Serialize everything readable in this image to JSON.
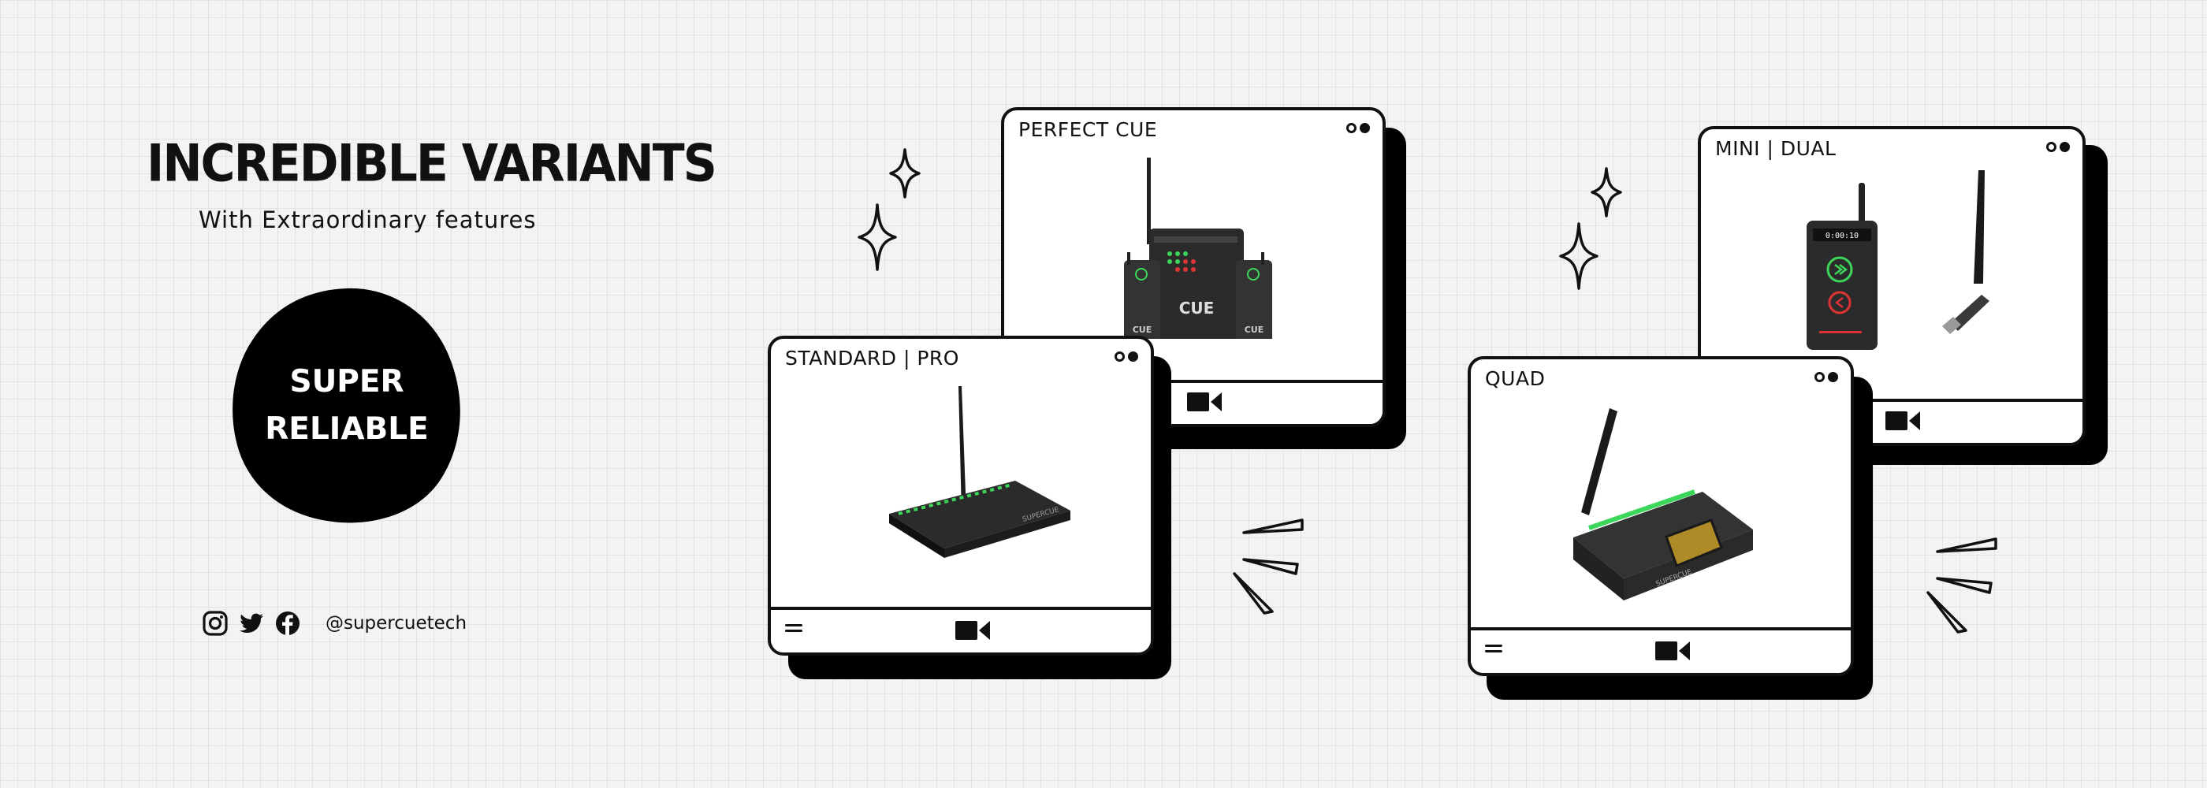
{
  "hero": {
    "title": "INCREDIBLE VARIANTS",
    "subtitle": "With Extraordinary features",
    "badge_line1": "SUPER",
    "badge_line2": "RELIABLE"
  },
  "social": {
    "icons": [
      "instagram-icon",
      "twitter-icon",
      "facebook-icon"
    ],
    "handle": "@supercuetech"
  },
  "windows": [
    {
      "title": "PERFECT CUE"
    },
    {
      "title": "STANDARD | PRO"
    },
    {
      "title": "MINI | DUAL"
    },
    {
      "title": "QUAD"
    }
  ],
  "device_labels": {
    "cue": "CUE",
    "brand": "SUPERCUE",
    "mini_clock": "0:00:10"
  },
  "colors": {
    "ink": "#111111",
    "background": "#f3f3f3",
    "device": "#2b2b2b",
    "accent_green": "#3cd65a"
  }
}
